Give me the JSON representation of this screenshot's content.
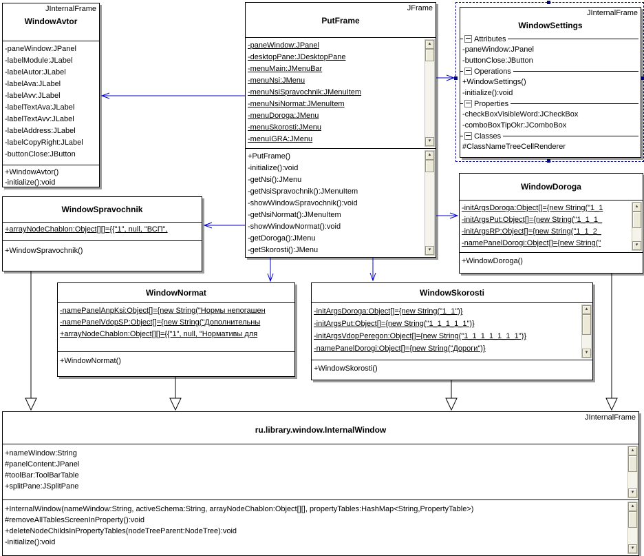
{
  "colors": {
    "association": "#0000cd",
    "selection": "#000080",
    "box_shadow": "#9c9c9c",
    "box_border": "#000000"
  },
  "icons": {
    "scroll_up": "▴",
    "scroll_down": "▾",
    "collapse": "collapse-minus-box"
  },
  "classes": {
    "windowAvtor": {
      "stereotype": "JInternalFrame",
      "name": "WindowAvtor",
      "attributes": [
        "-paneWindow:JPanel",
        "-labelModule:JLabel",
        "-labelAutor:JLabel",
        "-labelAva:JLabel",
        "-labelAvv:JLabel",
        "-labelTextAva:JLabel",
        "-labelTextAvv:JLabel",
        "-labelAddress:JLabel",
        "-labelCopyRight:JLabel",
        "-buttonClose:JButton"
      ],
      "methods": [
        "+WindowAvtor()",
        "-initialize():void"
      ]
    },
    "putFrame": {
      "stereotype": "JFrame",
      "name": "PutFrame",
      "attributes": [
        "-paneWindow:JPanel",
        "-desktopPane:JDesktopPane",
        "-menuMain:JMenuBar",
        "-menuNsi:JMenu",
        "-menuNsiSpravochnik:JMenuItem",
        "-menuNsiNormat:JMenuItem",
        "-menuDoroga:JMenu",
        "-menuSkorosti:JMenu",
        "-menuIGRA:JMenu"
      ],
      "methods": [
        "+PutFrame()",
        "-initialize():void",
        "-getNsi():JMenu",
        "-getNsiSpravochnik():JMenuItem",
        "-showWindowSpravochnik():void",
        "-getNsiNormat():JMenuItem",
        "-showWindowNormat():void",
        "-getDoroga():JMenu",
        "-getSkorosti():JMenu"
      ]
    },
    "windowSettings": {
      "stereotype": "JInternalFrame",
      "name": "WindowSettings",
      "groups": [
        {
          "label": "Attributes",
          "items": [
            "-paneWindow:JPanel",
            "-buttonClose:JButton"
          ]
        },
        {
          "label": "Operations",
          "items": [
            "+WindowSettings()",
            "-initialize():void"
          ]
        },
        {
          "label": "Properties",
          "items": [
            "-checkBoxVisibleWord:JCheckBox",
            "-comboBoxTipOkr:JComboBox"
          ]
        },
        {
          "label": "Classes",
          "items": [
            "#ClassNameTreeCellRenderer"
          ]
        }
      ]
    },
    "windowSpravochnik": {
      "name": "WindowSpravochnik",
      "attributes": [
        "+arrayNodeChablon:Object[][]={{\"1\", null, \"ВСП\","
      ],
      "methods": [
        "+WindowSpravochnik()"
      ]
    },
    "windowDoroga": {
      "name": "WindowDoroga",
      "attributes": [
        "-initArgsDoroga:Object[]={new String(\"1_1",
        "-initArgsPut:Object[]={new String(\"1_1_1_",
        "-initArgsRP:Object[]={new String(\"1_1_2_",
        "-namePanelDorogi:Object[]={new String(\""
      ],
      "methods": [
        "+WindowDoroga()"
      ]
    },
    "windowNormat": {
      "name": "WindowNormat",
      "attributes": [
        "-namePanelAnpKsi:Object[]={new String(\"Нормы непогашен",
        "-namePanelVdopSP:Object[]={new String(\"Дополнительны",
        "+arrayNodeChablon:Object[][]={{\"1\", null, \"Нормативы для"
      ],
      "methods": [
        "+WindowNormat()"
      ]
    },
    "windowSkorosti": {
      "name": "WindowSkorosti",
      "attributes": [
        "-initArgsDoroga:Object[]={new String(\"1_1\")}",
        "-initArgsPut:Object[]={new String(\"1_1_1_1_1\")}",
        "-initArgsVdopPeregon:Object[]={new String(\"1_1_1_1_1_1_1\")}",
        "-namePanelDorogi:Object[]={new String(\"Дороги\")}"
      ],
      "methods": [
        "+WindowSkorosti()"
      ]
    },
    "internalWindow": {
      "stereotype": "JInternalFrame",
      "name": "ru.library.window.InternalWindow",
      "attributes": [
        "+nameWindow:String",
        "#panelContent:JPanel",
        "#toolBar:ToolBarTable",
        "+splitPane:JSplitPane"
      ],
      "methods": [
        "+InternalWindow(nameWindow:String, activeSchema:String, arrayNodeChablon:Object[][], propertyTables:HashMap<String,PropertyTable>)",
        "#removeAllTablesScreenInProperty():void",
        "+deleteNodeChildsInPropertyTables(nodeTreeParent:NodeTree):void",
        "-initialize():void"
      ]
    }
  }
}
